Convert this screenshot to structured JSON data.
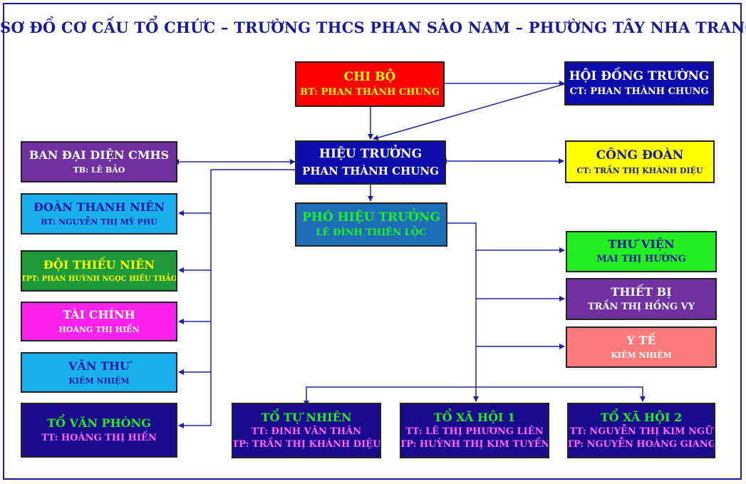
{
  "title": "SƠ ĐỒ CƠ CẤU TỔ CHỨC – TRƯỜNG THCS PHAN SÀO NAM – PHƯỜNG TÂY NHA TRANG",
  "colors": {
    "frame": "#1a1a9c",
    "line": "#2020a0",
    "red": "#ff0000",
    "navy": "#0c0ca8",
    "teal": "#1e6fb8",
    "purple": "#7030a0",
    "sky": "#1ab0ee",
    "green": "#1e9a3a",
    "magenta": "#ff22ee",
    "yellow": "#ffff00",
    "lime": "#22ee22",
    "salmon": "#ff7a7a",
    "darkpurple": "#1a0a8c"
  },
  "boxes": {
    "chi_bo": {
      "line1": "CHI BỘ",
      "line2": "BT: PHAN THÀNH CHUNG"
    },
    "hoi_dong": {
      "line1": "HỘI ĐỒNG TRƯỜNG",
      "line2": "CT: PHAN THÀNH CHUNG"
    },
    "hieu_truong": {
      "line1": "HIỆU TRƯỞNG",
      "line2": "PHAN THÀNH CHUNG"
    },
    "cong_doan": {
      "line1": "CÔNG ĐOÀN",
      "line2": "CT: TRẦN THỊ KHÁNH DIỆU"
    },
    "pho_hieu_truong": {
      "line1": "PHÓ HIỆU TRƯỞNG",
      "line2": "LÊ ĐÌNH THIÊN LỘC"
    },
    "cmhs": {
      "line1": "BAN ĐẠI DIỆN CMHS",
      "line2": "TB: LÊ BẢO"
    },
    "doan": {
      "line1": "ĐOÀN THANH NIÊN",
      "line2": "BT: NGUYỄN THỊ MỸ PHÚ"
    },
    "doi": {
      "line1": "ĐỘI THIẾU NIÊN",
      "line2": "TPT: PHAN HUỲNH NGỌC HIẾU THẢO"
    },
    "tai_chinh": {
      "line1": "TÀI CHÍNH",
      "line2": "HOÀNG THỊ HIỀN"
    },
    "van_thu": {
      "line1": "VĂN THƯ",
      "line2": "KIÊM NHIỆM"
    },
    "to_van_phong": {
      "line1": "TỔ VĂN PHÒNG",
      "line2": "TT: HOÀNG THỊ HIỀN"
    },
    "thu_vien": {
      "line1": "THƯ VIỆN",
      "line2": "MAI THỊ HƯỜNG"
    },
    "thiet_bi": {
      "line1": "THIẾT BỊ",
      "line2": "TRẦN THỊ HỒNG VY"
    },
    "y_te": {
      "line1": "Y TẾ",
      "line2": "KIÊM NHIỆM"
    },
    "to_tu_nhien": {
      "line1": "TỔ TỰ NHIÊN",
      "line2": "TT: ĐINH VĂN THÂN",
      "line3": "TP: TRẦN THỊ KHÁNH DIỆU"
    },
    "to_xa_hoi_1": {
      "line1": "TỔ XÃ HỘI 1",
      "line2": "TT: LÊ THỊ PHƯƠNG LIÊN",
      "line3": "TP: HUỲNH THỊ KIM TUYỀN"
    },
    "to_xa_hoi_2": {
      "line1": "TỔ XÃ HỘI 2",
      "line2": "TT: NGUYỄN THỊ KIM NGỮ",
      "line3": "TP: NGUYỄN HOÀNG GIANG"
    }
  }
}
